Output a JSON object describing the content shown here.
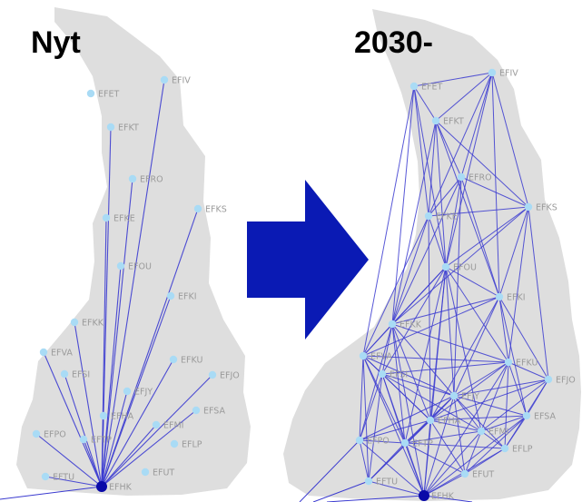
{
  "titles": {
    "before": "Nyt",
    "after": "2030-"
  },
  "colors": {
    "map_fill": "#dedede",
    "route_line": "#3b3bd0",
    "airport_dot": "#a9dbf5",
    "hub_dot": "#0a0aa8",
    "arrow_fill": "#0a1ab4",
    "label_text": "#9a9a9a"
  },
  "icons": {
    "arrow": "right-arrow-icon"
  },
  "airports": [
    {
      "code": "EFIV",
      "label": "EFIV"
    },
    {
      "code": "EFET",
      "label": "EFET"
    },
    {
      "code": "EFKT",
      "label": "EFKT"
    },
    {
      "code": "EFRO",
      "label": "EFRO"
    },
    {
      "code": "EFKE",
      "label": "EFKE"
    },
    {
      "code": "EFKS",
      "label": "EFKS"
    },
    {
      "code": "EFOU",
      "label": "EFOU"
    },
    {
      "code": "EFKI",
      "label": "EFKI"
    },
    {
      "code": "EFKK",
      "label": "EFKK"
    },
    {
      "code": "EFVA",
      "label": "EFVA"
    },
    {
      "code": "EFSI",
      "label": "EFSI"
    },
    {
      "code": "EFKU",
      "label": "EFKU"
    },
    {
      "code": "EFJO",
      "label": "EFJO"
    },
    {
      "code": "EFJY",
      "label": "EFJY"
    },
    {
      "code": "EFHA",
      "label": "EFHA"
    },
    {
      "code": "EFSA",
      "label": "EFSA"
    },
    {
      "code": "EFMI",
      "label": "EFMI"
    },
    {
      "code": "EFPO",
      "label": "EFPO"
    },
    {
      "code": "EFTP",
      "label": "EFTP"
    },
    {
      "code": "EFLP",
      "label": "EFLP"
    },
    {
      "code": "EFTU",
      "label": "EFTU"
    },
    {
      "code": "EFUT",
      "label": "EFUT"
    },
    {
      "code": "EFHK",
      "label": "EFHK"
    }
  ],
  "hub": "EFHK",
  "routes_before": [
    "EFIV",
    "EFKT",
    "EFRO",
    "EFKE",
    "EFKS",
    "EFOU",
    "EFKI",
    "EFKK",
    "EFVA",
    "EFSI",
    "EFKU",
    "EFJO",
    "EFJY",
    "EFHA",
    "EFSA",
    "EFMI",
    "EFPO",
    "EFTP",
    "EFTU"
  ],
  "routes_after": [
    [
      "EFIV",
      "EFET"
    ],
    [
      "EFIV",
      "EFKT"
    ],
    [
      "EFIV",
      "EFRO"
    ],
    [
      "EFIV",
      "EFKS"
    ],
    [
      "EFIV",
      "EFKE"
    ],
    [
      "EFIV",
      "EFOU"
    ],
    [
      "EFIV",
      "EFKI"
    ],
    [
      "EFET",
      "EFKT"
    ],
    [
      "EFET",
      "EFKE"
    ],
    [
      "EFET",
      "EFVA"
    ],
    [
      "EFET",
      "EFOU"
    ],
    [
      "EFET",
      "EFKK"
    ],
    [
      "EFKT",
      "EFRO"
    ],
    [
      "EFKT",
      "EFKE"
    ],
    [
      "EFKT",
      "EFKS"
    ],
    [
      "EFKT",
      "EFOU"
    ],
    [
      "EFKT",
      "EFKI"
    ],
    [
      "EFKT",
      "EFKK"
    ],
    [
      "EFRO",
      "EFKE"
    ],
    [
      "EFRO",
      "EFKS"
    ],
    [
      "EFRO",
      "EFOU"
    ],
    [
      "EFRO",
      "EFKI"
    ],
    [
      "EFRO",
      "EFKK"
    ],
    [
      "EFRO",
      "EFJY"
    ],
    [
      "EFKE",
      "EFOU"
    ],
    [
      "EFKE",
      "EFKK"
    ],
    [
      "EFKE",
      "EFVA"
    ],
    [
      "EFKE",
      "EFKS"
    ],
    [
      "EFKE",
      "EFHA"
    ],
    [
      "EFKS",
      "EFOU"
    ],
    [
      "EFKS",
      "EFKI"
    ],
    [
      "EFKS",
      "EFKU"
    ],
    [
      "EFKS",
      "EFJO"
    ],
    [
      "EFKS",
      "EFKK"
    ],
    [
      "EFOU",
      "EFKI"
    ],
    [
      "EFOU",
      "EFKK"
    ],
    [
      "EFOU",
      "EFVA"
    ],
    [
      "EFOU",
      "EFSI"
    ],
    [
      "EFOU",
      "EFKU"
    ],
    [
      "EFOU",
      "EFJY"
    ],
    [
      "EFOU",
      "EFHA"
    ],
    [
      "EFOU",
      "EFTP"
    ],
    [
      "EFOU",
      "EFHK"
    ],
    [
      "EFOU",
      "EFMI"
    ],
    [
      "EFKI",
      "EFKU"
    ],
    [
      "EFKI",
      "EFJO"
    ],
    [
      "EFKI",
      "EFJY"
    ],
    [
      "EFKI",
      "EFKK"
    ],
    [
      "EFKI",
      "EFHA"
    ],
    [
      "EFKI",
      "EFSA"
    ],
    [
      "EFKI",
      "EFVA"
    ],
    [
      "EFKK",
      "EFVA"
    ],
    [
      "EFKK",
      "EFSI"
    ],
    [
      "EFKK",
      "EFJY"
    ],
    [
      "EFKK",
      "EFKU"
    ],
    [
      "EFKK",
      "EFHA"
    ],
    [
      "EFKK",
      "EFTP"
    ],
    [
      "EFKK",
      "EFPO"
    ],
    [
      "EFKK",
      "EFHK"
    ],
    [
      "EFVA",
      "EFSI"
    ],
    [
      "EFVA",
      "EFPO"
    ],
    [
      "EFVA",
      "EFTP"
    ],
    [
      "EFVA",
      "EFJY"
    ],
    [
      "EFVA",
      "EFHA"
    ],
    [
      "EFVA",
      "EFTU"
    ],
    [
      "EFVA",
      "EFKU"
    ],
    [
      "EFVA",
      "EFHK"
    ],
    [
      "EFSI",
      "EFJY"
    ],
    [
      "EFSI",
      "EFHA"
    ],
    [
      "EFSI",
      "EFTP"
    ],
    [
      "EFSI",
      "EFPO"
    ],
    [
      "EFSI",
      "EFKU"
    ],
    [
      "EFSI",
      "EFMI"
    ],
    [
      "EFSI",
      "EFHK"
    ],
    [
      "EFSI",
      "EFTU"
    ],
    [
      "EFKU",
      "EFJO"
    ],
    [
      "EFKU",
      "EFJY"
    ],
    [
      "EFKU",
      "EFMI"
    ],
    [
      "EFKU",
      "EFSA"
    ],
    [
      "EFKU",
      "EFHA"
    ],
    [
      "EFKU",
      "EFLP"
    ],
    [
      "EFKU",
      "EFHK"
    ],
    [
      "EFJO",
      "EFSA"
    ],
    [
      "EFJO",
      "EFJY"
    ],
    [
      "EFJO",
      "EFMI"
    ],
    [
      "EFJO",
      "EFLP"
    ],
    [
      "EFJO",
      "EFHA"
    ],
    [
      "EFJY",
      "EFHA"
    ],
    [
      "EFJY",
      "EFMI"
    ],
    [
      "EFJY",
      "EFTP"
    ],
    [
      "EFJY",
      "EFSA"
    ],
    [
      "EFJY",
      "EFHK"
    ],
    [
      "EFJY",
      "EFTU"
    ],
    [
      "EFJY",
      "EFPO"
    ],
    [
      "EFJY",
      "EFUT"
    ],
    [
      "EFJY",
      "EFLP"
    ],
    [
      "EFHA",
      "EFTP"
    ],
    [
      "EFHA",
      "EFMI"
    ],
    [
      "EFHA",
      "EFPO"
    ],
    [
      "EFHA",
      "EFHK"
    ],
    [
      "EFHA",
      "EFTU"
    ],
    [
      "EFHA",
      "EFSA"
    ],
    [
      "EFHA",
      "EFUT"
    ],
    [
      "EFMI",
      "EFSA"
    ],
    [
      "EFMI",
      "EFLP"
    ],
    [
      "EFMI",
      "EFUT"
    ],
    [
      "EFMI",
      "EFHK"
    ],
    [
      "EFMI",
      "EFTP"
    ],
    [
      "EFSA",
      "EFLP"
    ],
    [
      "EFSA",
      "EFUT"
    ],
    [
      "EFSA",
      "EFHK"
    ],
    [
      "EFPO",
      "EFTP"
    ],
    [
      "EFPO",
      "EFTU"
    ],
    [
      "EFPO",
      "EFHK"
    ],
    [
      "EFTP",
      "EFTU"
    ],
    [
      "EFTP",
      "EFHK"
    ],
    [
      "EFTP",
      "EFUT"
    ],
    [
      "EFTP",
      "EFLP"
    ],
    [
      "EFLP",
      "EFUT"
    ],
    [
      "EFLP",
      "EFHK"
    ],
    [
      "EFTU",
      "EFHK"
    ],
    [
      "EFUT",
      "EFHK"
    ]
  ]
}
